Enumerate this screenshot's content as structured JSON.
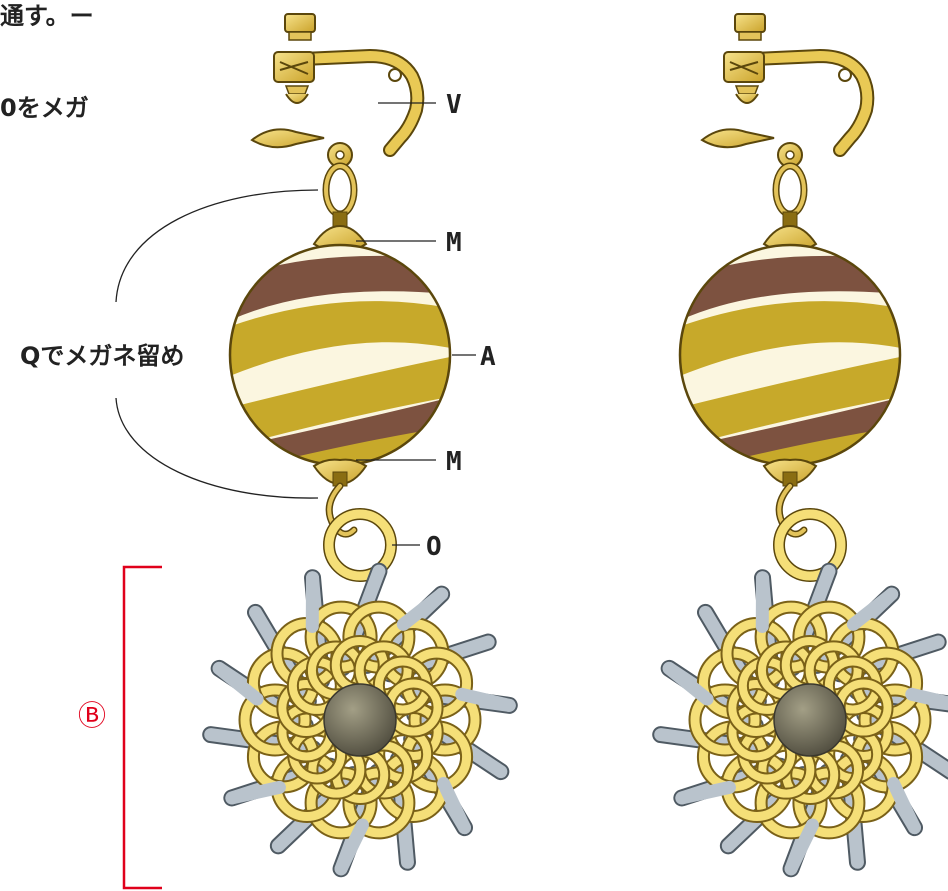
{
  "texts": {
    "top_note_1": "通す。ー",
    "top_note_2": "0をメガ",
    "glasses_note": "Qでメガネ留め",
    "section_mark": "Ⓑ"
  },
  "labels": {
    "V": "V",
    "M_top": "M",
    "A": "A",
    "M_bottom": "M",
    "O": "O"
  },
  "colors": {
    "gold": "#e7c54a",
    "gold_dark": "#8a6d12",
    "bead_cream": "#fbf6e0",
    "bead_olive": "#c7a92a",
    "bead_brown": "#7d5240",
    "ring_yellow": "#f5df78",
    "pin_gray": "#b9c3cc",
    "center_bead": "#6e6a57",
    "bracket_red": "#e0001b"
  }
}
